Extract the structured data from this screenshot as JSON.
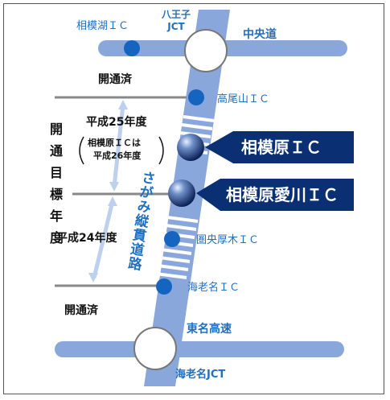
{
  "colors": {
    "road": "#8aa7db",
    "road_light": "#bdd0ef",
    "accent_blue": "#1f6fc0",
    "navy": "#0a2f72",
    "ic_dot": "#1565c0"
  },
  "highways": {
    "top": {
      "label": "中央道"
    },
    "bottom": {
      "label": "東名高速"
    }
  },
  "junctions": {
    "hachioji": {
      "line1": "八王子",
      "line2": "JCT"
    },
    "ebina": {
      "label": "海老名JCT"
    }
  },
  "interchanges": [
    {
      "name": "相模湖ＩＣ"
    },
    {
      "name": "高尾山ＩＣ"
    },
    {
      "name": "圏央厚木ＩＣ"
    },
    {
      "name": "海老名ＩＣ"
    }
  ],
  "callouts": [
    {
      "name": "相模原ＩＣ"
    },
    {
      "name": "相模原愛川ＩＣ"
    }
  ],
  "road_name": "さがみ縦貫道路",
  "status": {
    "open_top": "開通済",
    "open_bottom": "開通済",
    "target_title": "開通目標年度",
    "h25": "平成25年度",
    "h25_note_line1": "相模原ＩＣは",
    "h25_note_line2": "平成26年度",
    "h24": "平成24年度"
  }
}
